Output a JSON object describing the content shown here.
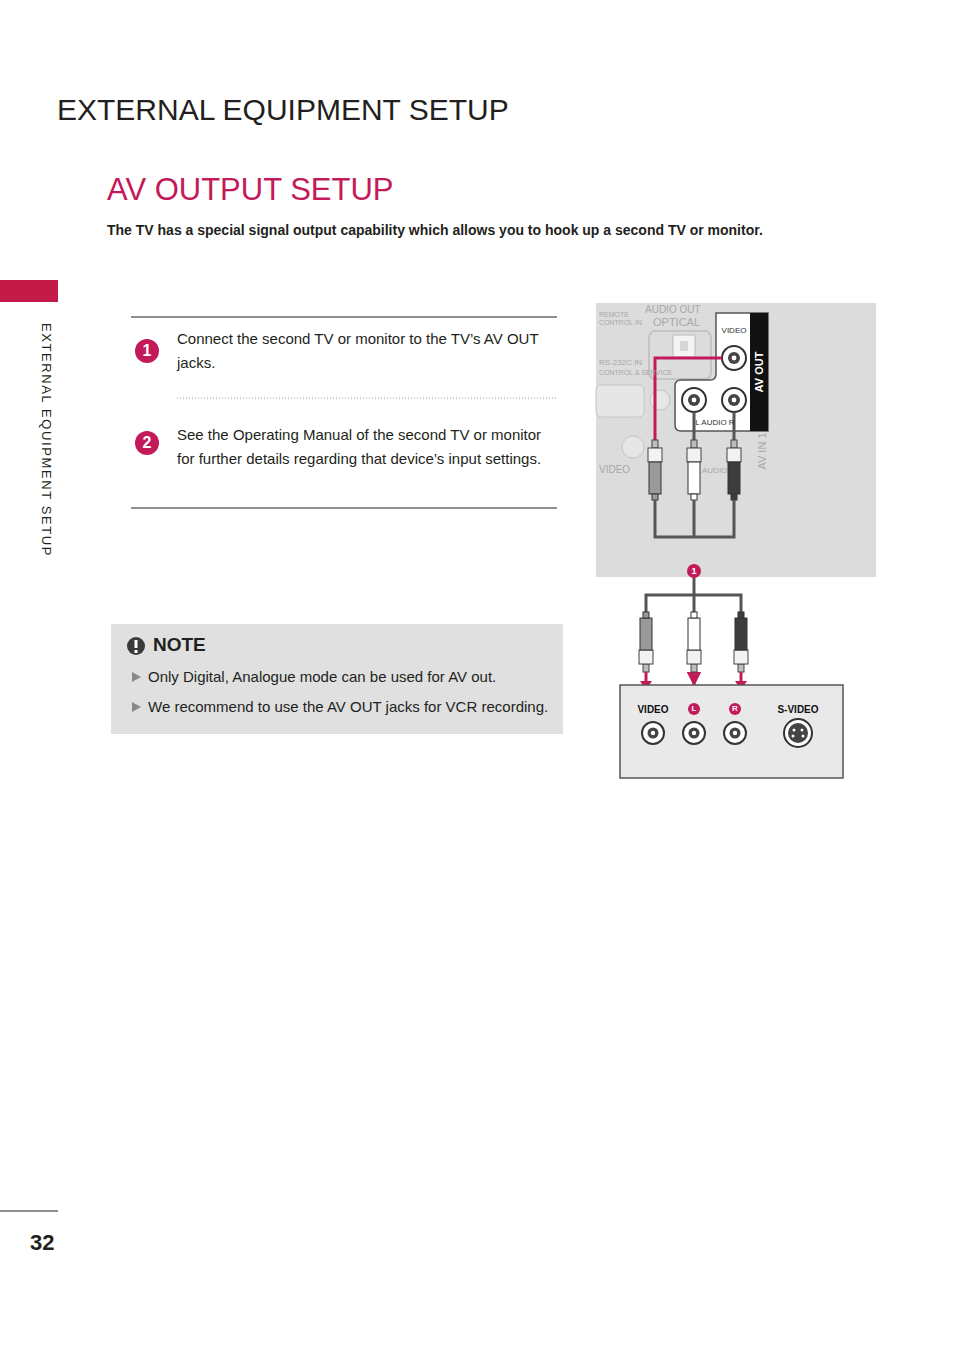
{
  "diagram": {
    "title": "AV OUTPUT SETUP",
    "nodes": [
      {
        "text": [
          "AUDIO OUT",
          "REMOTE CONTROL IN",
          "OPTICAL",
          "RS-232C IN",
          "CONTROL & SERVICE",
          "VIDEO",
          "AUDIO",
          "AV IN 1"
        ]
      },
      {
        "text": [
          "VIDEO",
          "L AUDIO R",
          "AV OUT"
        ],
        "in": 0
      },
      {
        "text": [
          "VIDEO",
          "L",
          "R",
          "S-VIDEO"
        ]
      },
      {
        "text": [
          "NOTE",
          "Only Digital, Analogue mode can be used for AV out.",
          "We recommend to use the AV OUT jacks for VCR recording."
        ]
      }
    ],
    "edges": [
      {
        "from": 1,
        "to": 2,
        "arrow": "to",
        "label": "1"
      }
    ],
    "labels": [
      "EXTERNAL EQUIPMENT SETUP",
      "The TV has a special signal output capability which allows you to hook up a second TV or monitor.",
      "EXTERNAL EQUIPMENT SETUP",
      "1",
      "Connect the second TV or monitor to the TV’s AV OUT jacks.",
      "2",
      "See the Operating Manual of the second TV or monitor for further details regarding that device’s input settings.",
      "32"
    ]
  }
}
